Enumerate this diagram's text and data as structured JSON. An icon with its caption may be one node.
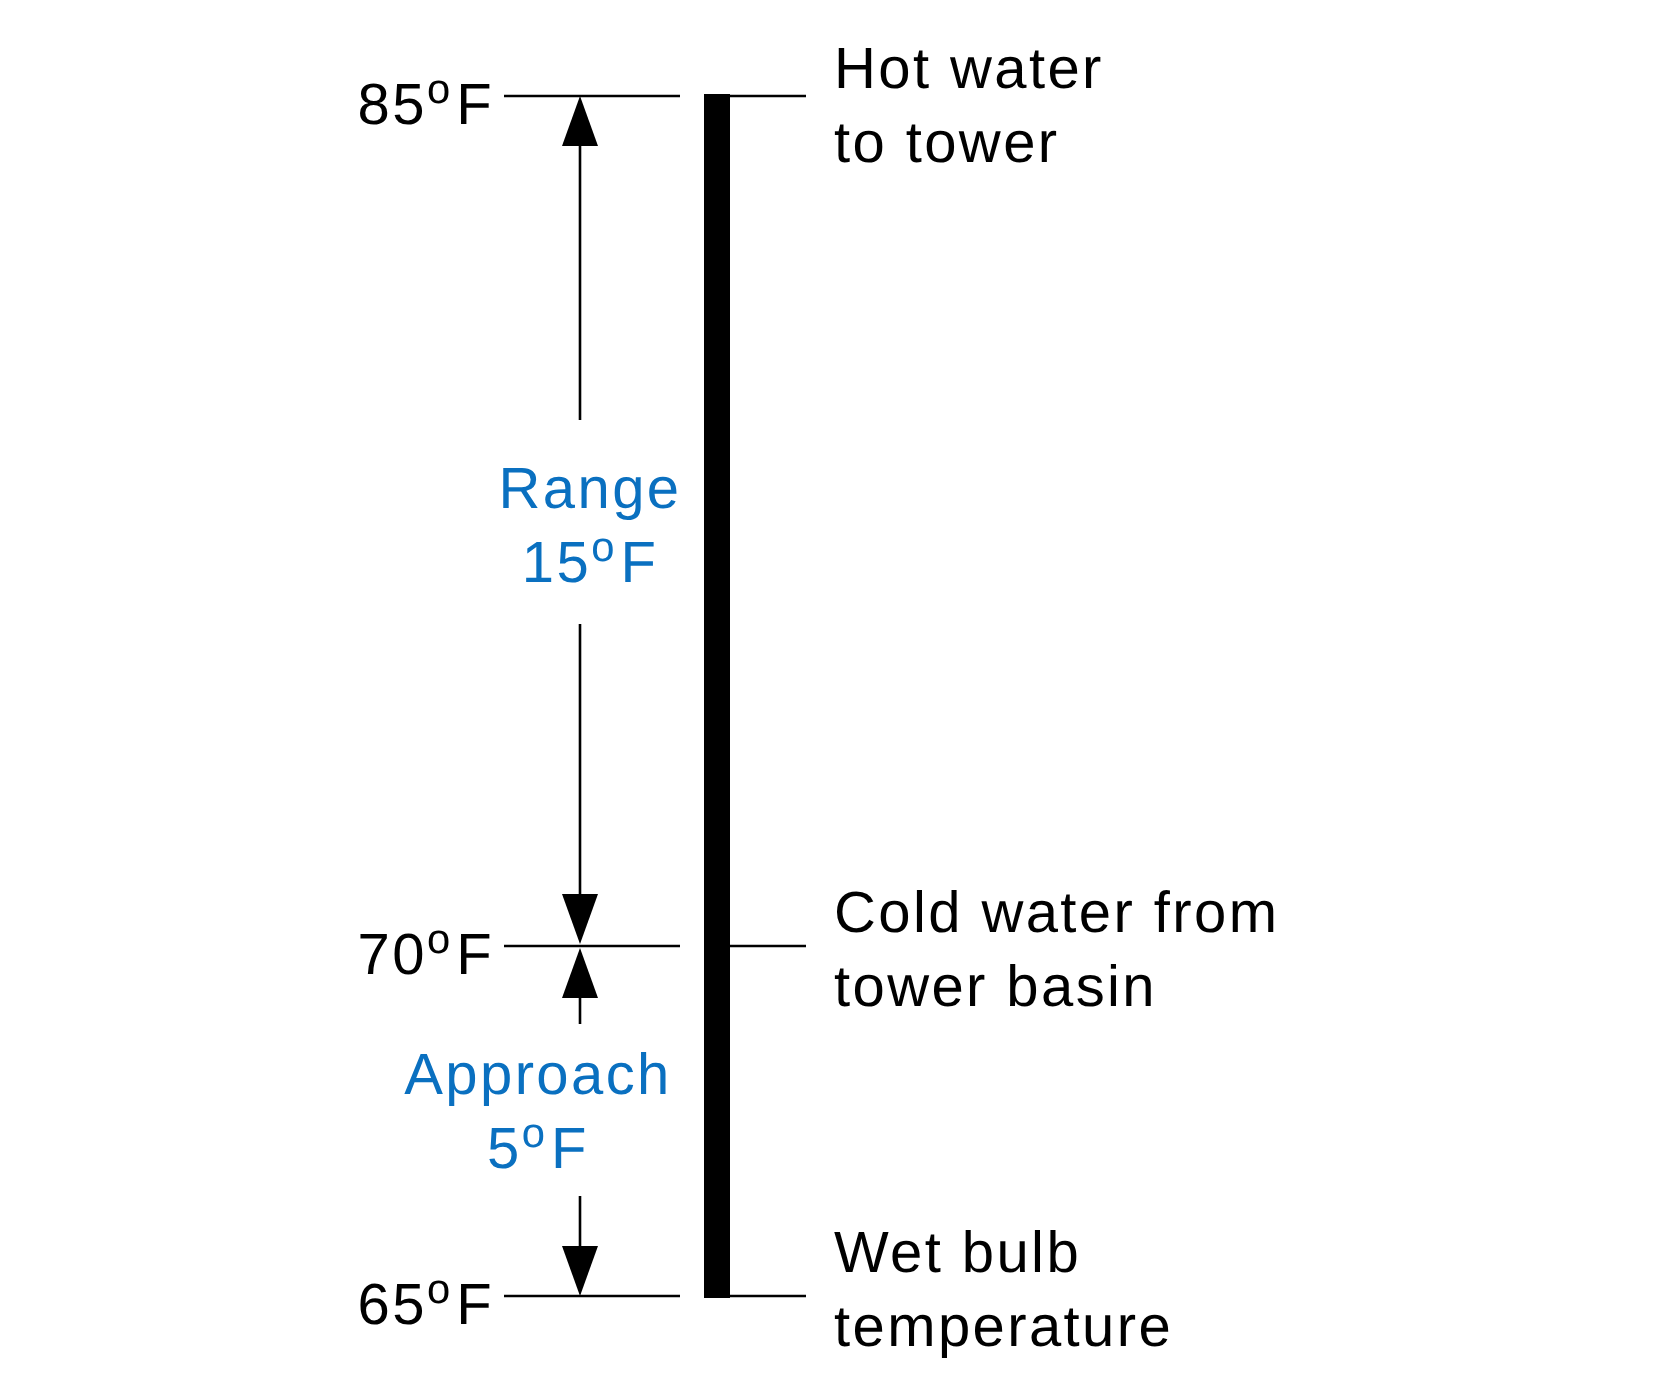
{
  "diagram": {
    "labels": [
      "85$^{o}$F",
      "Hot water to tower",
      "Range 15$^{o}$F",
      "70$^{o}$F",
      "Cold water from tower basin",
      "Approach 5$^{o}$F",
      "65$^{o}$F",
      "Wet bulb temperature"
    ]
  }
}
